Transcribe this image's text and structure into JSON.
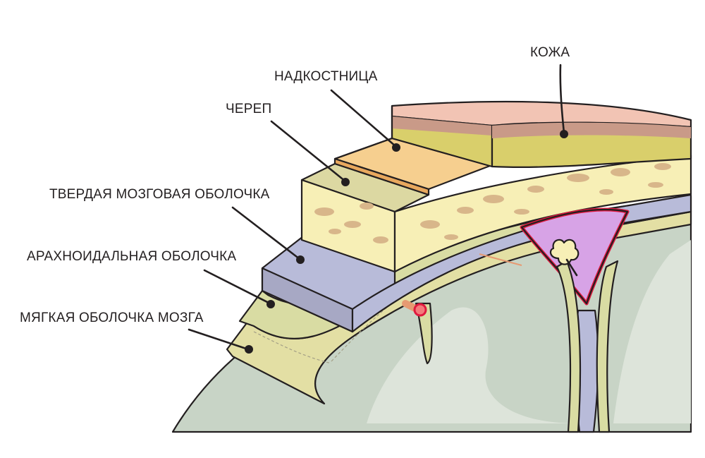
{
  "labels": {
    "skin": "КОЖА",
    "periosteum": "НАДКОСТНИЦА",
    "skull": "ЧЕРЕП",
    "dura": "ТВЕРДАЯ МОЗГОВАЯ ОБОЛОЧКА",
    "arachnoid": "АРАХНОИДАЛЬНАЯ ОБОЛОЧКА",
    "pia": "МЯГКАЯ ОБОЛОЧКА МОЗГА"
  },
  "colors": {
    "skin_top": "#f2c4b4",
    "skin_band": "#c99a88",
    "fat_yellow": "#d9cf6b",
    "periosteum": "#f6cf8f",
    "skull_face": "#f7efb6",
    "skull_top": "#dcd8a2",
    "bone_spots": "#d8b68a",
    "dura": "#b8bbd9",
    "dura_side": "#a7a8c4",
    "arachnoid": "#d9dca3",
    "pia": "#e3dfa4",
    "brain": "#c8d4c6",
    "brain_light": "#dde4da",
    "sinus_fill": "#d7a3e6",
    "sinus_border": "#e0193f",
    "outline": "#231f20"
  }
}
